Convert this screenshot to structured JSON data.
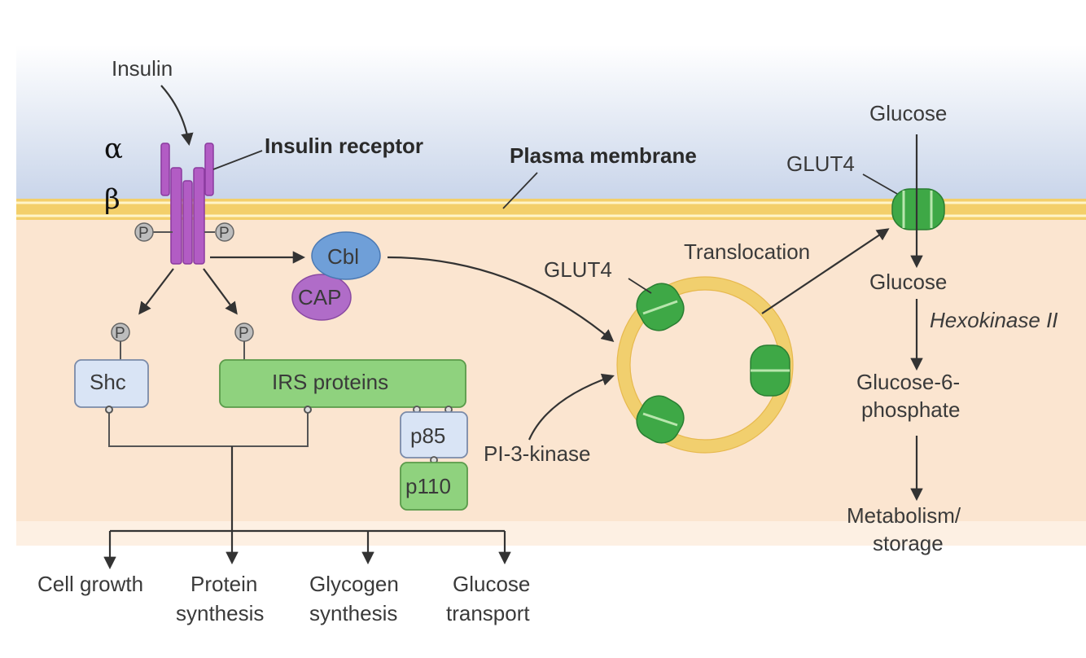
{
  "labels": {
    "insulin": "Insulin",
    "alpha": "α",
    "beta": "β",
    "insulin_receptor": "Insulin receptor",
    "plasma_membrane": "Plasma membrane",
    "p": "P",
    "cbl": "Cbl",
    "cap": "CAP",
    "shc": "Shc",
    "irs_proteins": "IRS proteins",
    "p85": "p85",
    "p110": "p110",
    "pi3k": "PI-3-kinase",
    "glut4_vesicle": "GLUT4",
    "glut4_membrane": "GLUT4",
    "translocation": "Translocation",
    "glucose_out": "Glucose",
    "glucose_in": "Glucose",
    "hexokinase": "Hexokinase II",
    "g6p_line1": "Glucose-6-",
    "g6p_line2": "phosphate",
    "metab_line1": "Metabolism/",
    "metab_line2": "storage",
    "cell_growth": "Cell growth",
    "protein_1": "Protein",
    "protein_2": "synthesis",
    "glycogen_1": "Glycogen",
    "glycogen_2": "synthesis",
    "gluctrans_1": "Glucose",
    "gluctrans_2": "transport"
  },
  "colors": {
    "extracellular": "#c9d5ea",
    "cytoplasm": "#fbe5d0",
    "membrane": "#f3cf6a",
    "receptor": "#b25cc4",
    "glut4": "#3ea846",
    "irs_box": "#8fd27e",
    "shc_box": "#d9e4f5",
    "cbl": "#6f9fd8",
    "cap": "#b06cc8",
    "vesicle": "#f1cf6e"
  }
}
